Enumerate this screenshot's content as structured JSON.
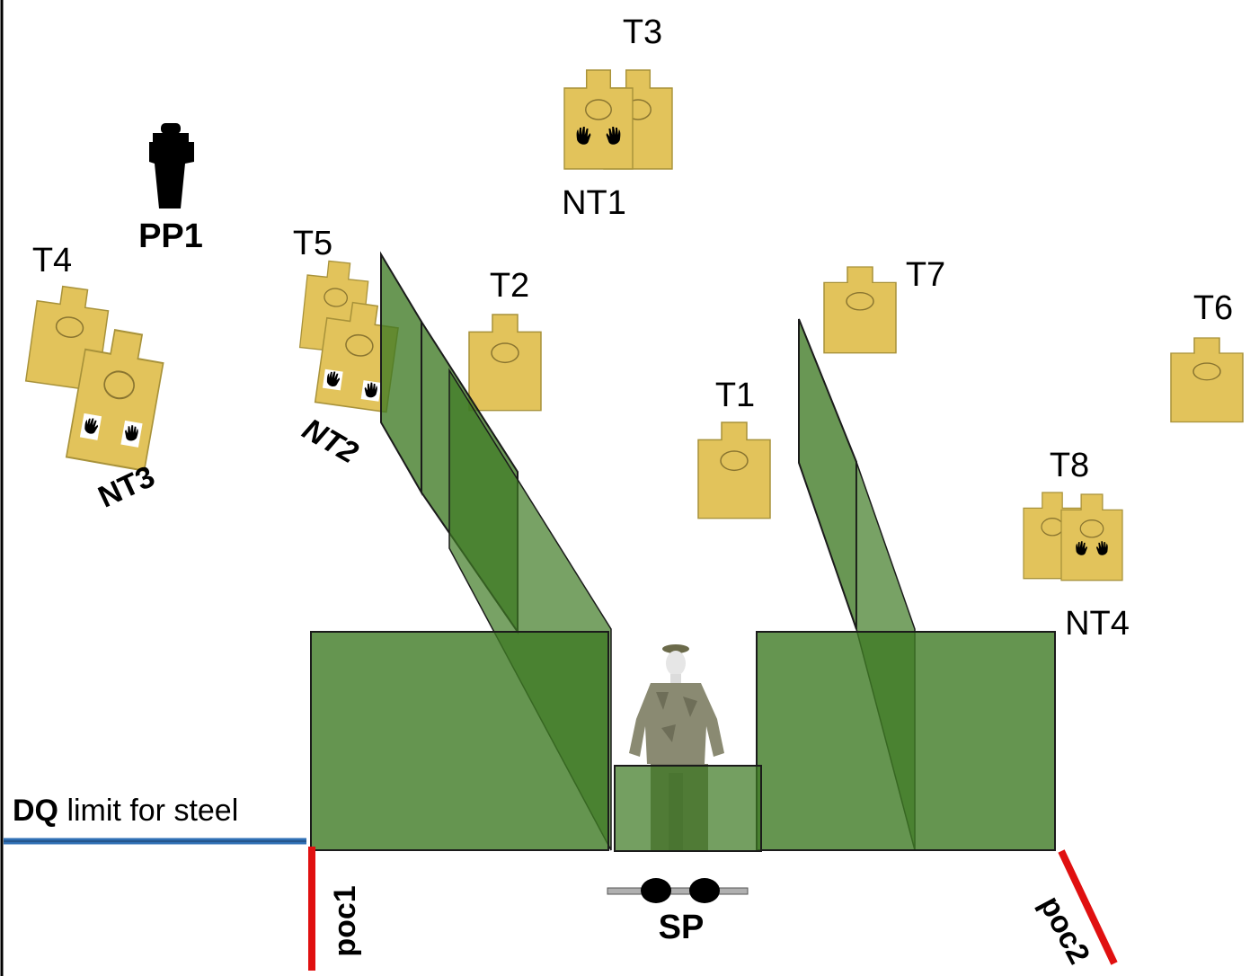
{
  "labels": {
    "t1": "T1",
    "t2": "T2",
    "t3": "T3",
    "t4": "T4",
    "t5": "T5",
    "t6": "T6",
    "t7": "T7",
    "t8": "T8",
    "nt1": "NT1",
    "nt2": "NT2",
    "nt3": "NT3",
    "nt4": "NT4",
    "pp1": "PP1",
    "sp": "SP",
    "poc1": "poc1",
    "poc2": "poc2",
    "dq_bold": "DQ",
    "dq_rest": " limit for steel"
  },
  "colors": {
    "target_fill": "#e2c35b",
    "target_stroke": "#a8923a",
    "wall_fill": "#3f7a24",
    "wall_stroke": "#1b1b1b",
    "poc_line": "#e01010",
    "dq_line": "#2f6fb4",
    "popper": "#000000",
    "start_rail": "#b0b0b0"
  },
  "icons": {
    "shoot_target": "cardboard-target-icon",
    "no_shoot_target": "no-shoot-hands-icon",
    "popper": "popper-steel-icon",
    "shooter": "shooter-figure-icon",
    "start_position": "footprints-icon"
  }
}
